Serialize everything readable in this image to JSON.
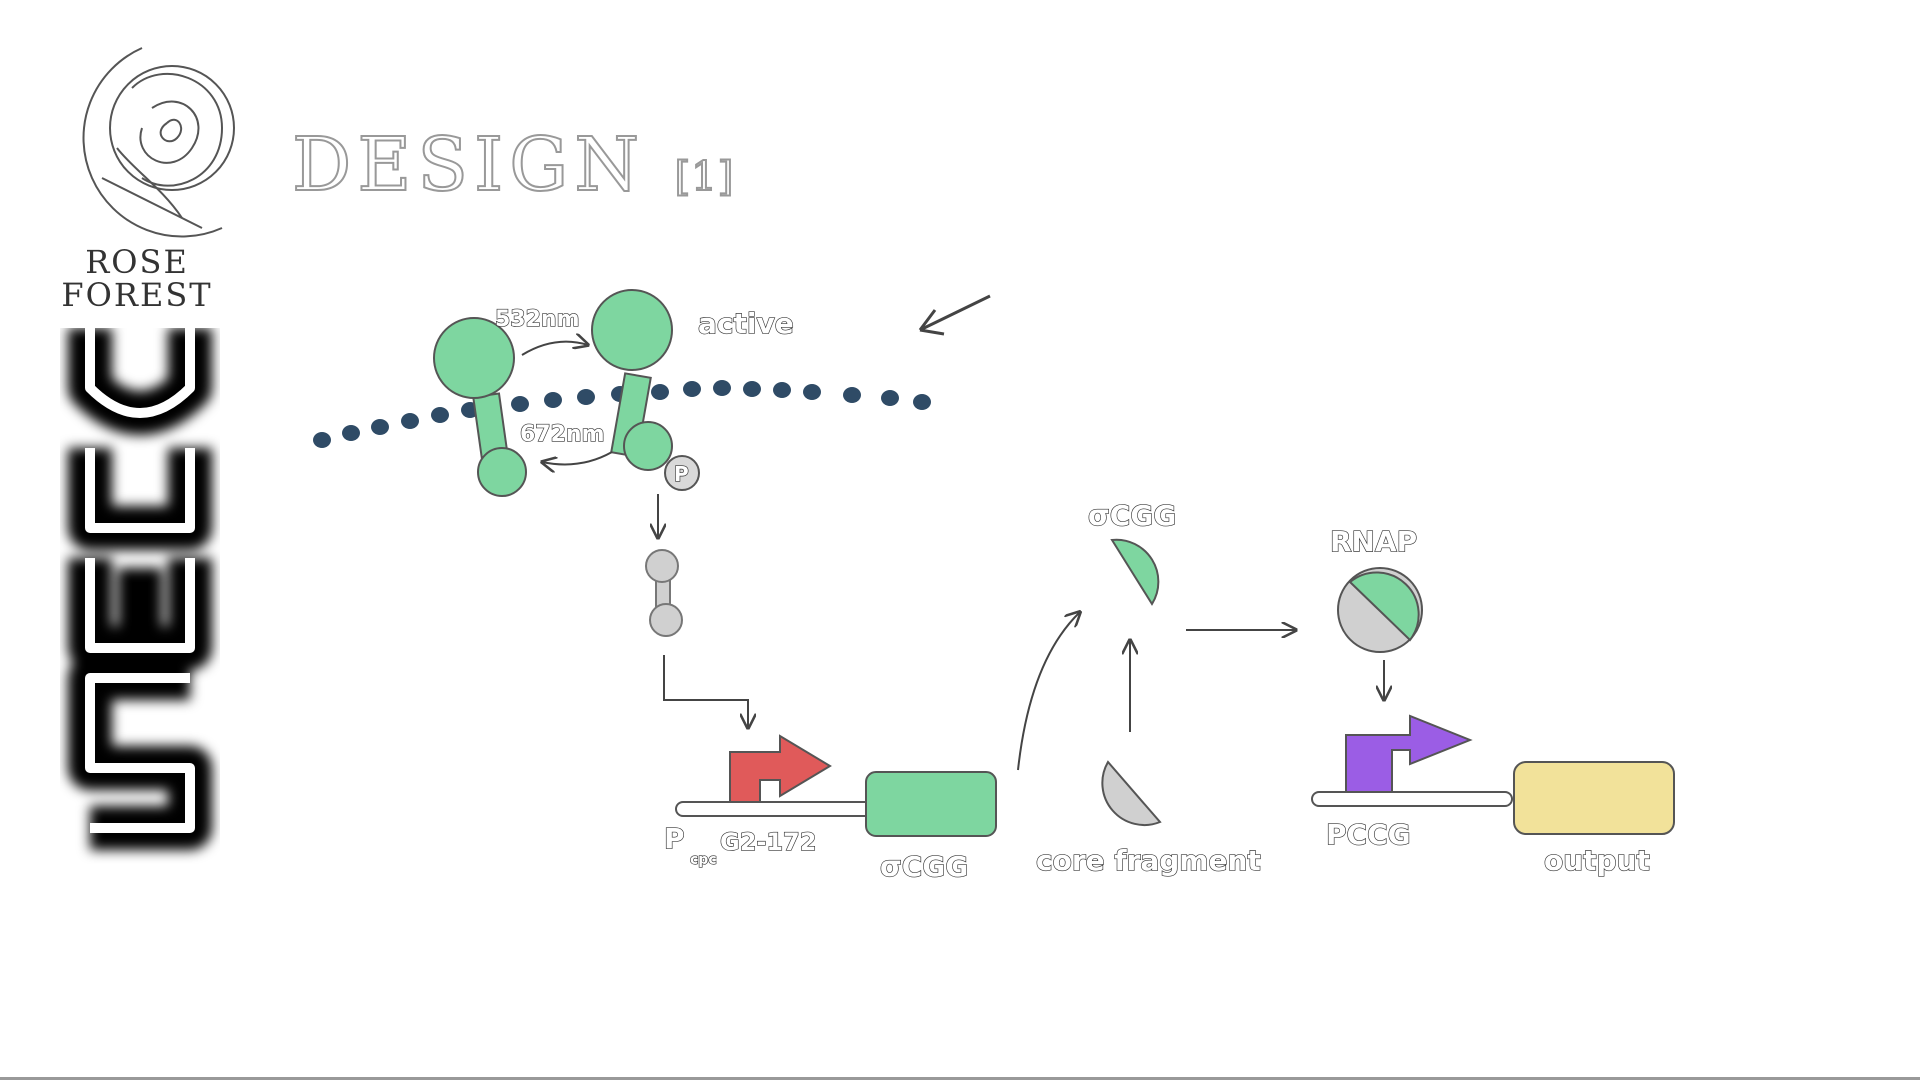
{
  "header": {
    "title": "DESIGN",
    "title_ref": "[1]"
  },
  "logo": {
    "line1": "ROSE",
    "line2": "FOREST"
  },
  "diagram": {
    "wavelength_on": "532nm",
    "wavelength_off": "672nm",
    "state_active": "active",
    "phospho": "P",
    "promoter_label": "P",
    "promoter_subscript": "cpc",
    "promoter_suffix": "G2-172",
    "sigma_gene": "σCGG",
    "sigma_protein": "σCGG",
    "core_fragment": "core fragment",
    "rnap": "RNAP",
    "pccg": "PCCG",
    "output": "output"
  },
  "colors": {
    "green": "#7ed6a0",
    "red": "#e05a5a",
    "purple": "#9b5de5",
    "yellow": "#f2e29a",
    "grey": "#cfcfcf",
    "dot_blue": "#2f4b66"
  }
}
